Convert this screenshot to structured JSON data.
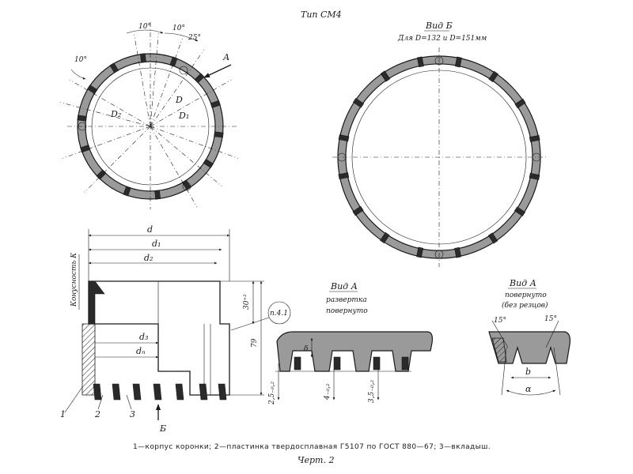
{
  "title": "Тип СМ4",
  "view_b": {
    "title": "Вид Б",
    "subtitle": "Для D=132 и D=151мм"
  },
  "top_view": {
    "arrow_label": "А",
    "angles": [
      "10°",
      "10°",
      "25°",
      "10°"
    ],
    "diam_labels": [
      "D",
      "D₁",
      "D₂"
    ]
  },
  "section": {
    "dims": [
      "d",
      "d₁",
      "d₂",
      "d₃",
      "dₙ"
    ],
    "cone_label": "Конусность К",
    "height_30": "30⁺²",
    "height_79": "79",
    "ref": "п.4.1",
    "parts": [
      "1",
      "2",
      "3"
    ],
    "view_arrow": "Б"
  },
  "view_a1": {
    "title": "Вид А",
    "sub1": "развертка",
    "sub2": "повернуто",
    "dims": [
      "2,5₋₀,₂",
      "δ",
      "4₋₀,₂",
      "3,5₋₀,₂"
    ]
  },
  "view_a2": {
    "title": "Вид А",
    "sub1": "повернуто",
    "sub2": "(без резцов)",
    "angle_left": "15°",
    "angle_right": "15°",
    "b_label": "b",
    "alpha_label": "α"
  },
  "caption": "1—корпус коронки; 2—пластинка твердосплавная Г5107 по ГОСТ 880—67; 3—вкладыш.",
  "figure_label": "Черт. 2"
}
